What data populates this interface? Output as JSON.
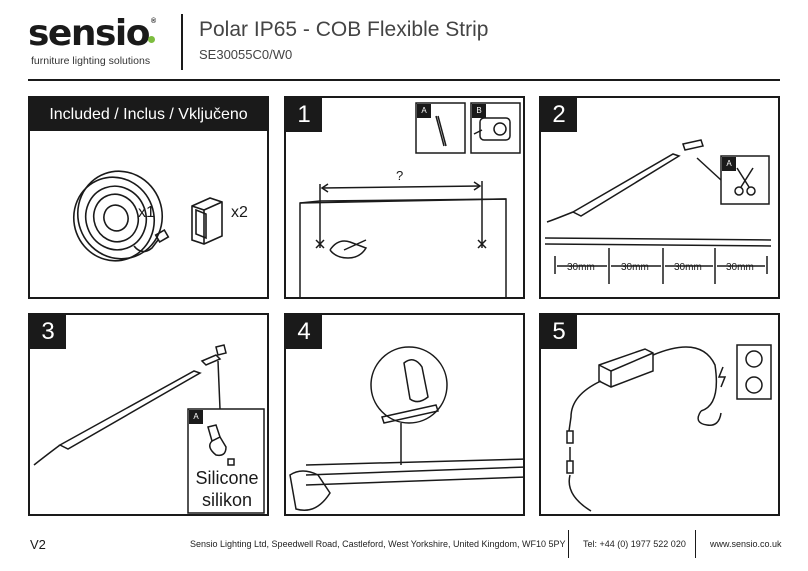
{
  "header": {
    "logo_text": "sensio",
    "logo_reg": "®",
    "tagline": "furniture lighting solutions",
    "title": "Polar IP65 - COB Flexible Strip",
    "code": "SE30055C0/W0"
  },
  "included": {
    "heading": "Included / Inclus / Vključeno",
    "qty_strip": "x1",
    "qty_cap": "x2"
  },
  "steps": {
    "s1": {
      "number": "1",
      "tag_a": "A",
      "tag_b": "B",
      "measure_label": "?"
    },
    "s2": {
      "number": "2",
      "tag_a": "A",
      "seg1": "30mm",
      "seg2": "30mm",
      "seg3": "30mm",
      "seg4": "30mm"
    },
    "s3": {
      "number": "3",
      "tag_a": "A",
      "silicone_line1": "Silicone",
      "silicone_line2": "silikon"
    },
    "s4": {
      "number": "4"
    },
    "s5": {
      "number": "5"
    }
  },
  "footer": {
    "version": "V2",
    "address": "Sensio Lighting Ltd, Speedwell Road, Castleford, West Yorkshire, United Kingdom, WF10 5PY",
    "tel": "Tel: +44 (0) 1977 522 020",
    "web": "www.sensio.co.uk"
  },
  "colors": {
    "ink": "#1a1a1a",
    "logo_dot": "#7dbd3f"
  }
}
